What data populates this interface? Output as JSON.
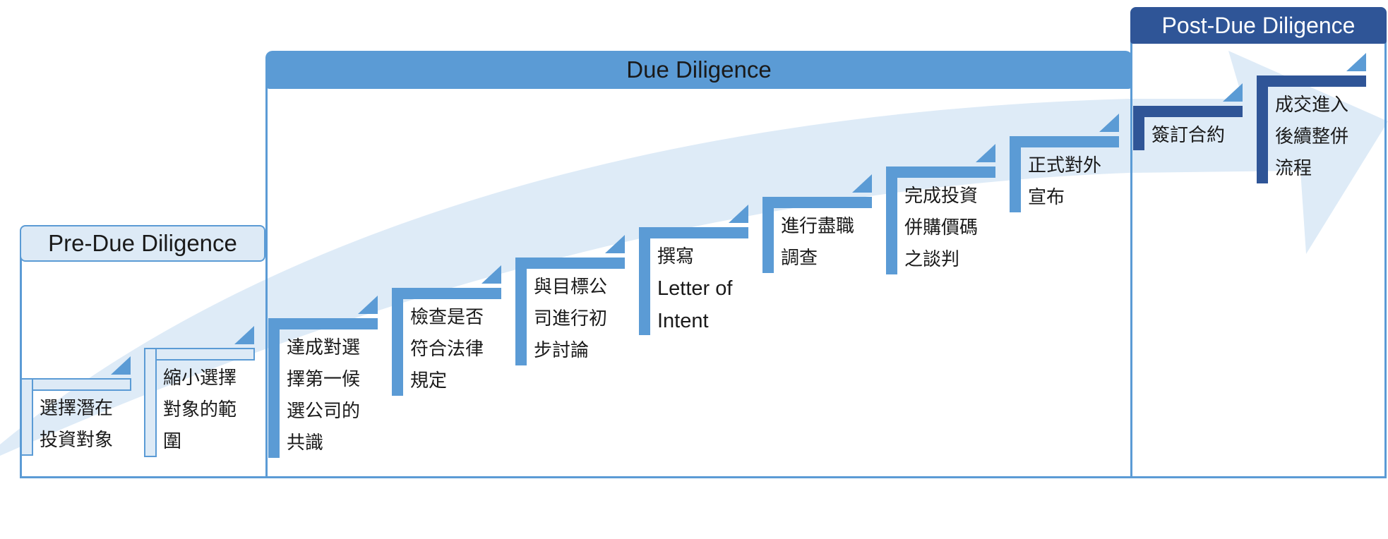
{
  "phases": {
    "pre": {
      "title": "Pre-Due Diligence"
    },
    "due": {
      "title": "Due Diligence"
    },
    "post": {
      "title": "Post-Due Diligence"
    }
  },
  "steps": [
    {
      "lines": [
        "選擇潛在",
        "投資對象"
      ],
      "phase": "pre",
      "tone": "light"
    },
    {
      "lines": [
        "縮小選擇",
        "對象的範",
        "圍"
      ],
      "phase": "pre",
      "tone": "light"
    },
    {
      "lines": [
        "達成對選",
        "擇第一候",
        "選公司的",
        "共識"
      ],
      "phase": "due",
      "tone": "mid"
    },
    {
      "lines": [
        "檢查是否",
        "符合法律",
        "規定"
      ],
      "phase": "due",
      "tone": "mid"
    },
    {
      "lines": [
        "與目標公",
        "司進行初",
        "步討論"
      ],
      "phase": "due",
      "tone": "mid"
    },
    {
      "lines": [
        "撰寫",
        "Letter of",
        "Intent"
      ],
      "phase": "due",
      "tone": "mid"
    },
    {
      "lines": [
        "進行盡職",
        "調查"
      ],
      "phase": "due",
      "tone": "mid"
    },
    {
      "lines": [
        "完成投資",
        "併購價碼",
        "之談判"
      ],
      "phase": "due",
      "tone": "mid"
    },
    {
      "lines": [
        "正式對外",
        "宣布"
      ],
      "phase": "due",
      "tone": "mid"
    },
    {
      "lines": [
        "簽訂合約"
      ],
      "phase": "post",
      "tone": "dark"
    },
    {
      "lines": [
        "成交進入",
        "後續整併",
        "流程"
      ],
      "phase": "post",
      "tone": "dark"
    }
  ],
  "colors": {
    "light_fill": "#ddeaf6",
    "light_edge": "#5b9bd5",
    "mid": "#5b9bd5",
    "dark": "#2f5597",
    "arrow": "#deebf7",
    "border": "#5b9bd5"
  }
}
